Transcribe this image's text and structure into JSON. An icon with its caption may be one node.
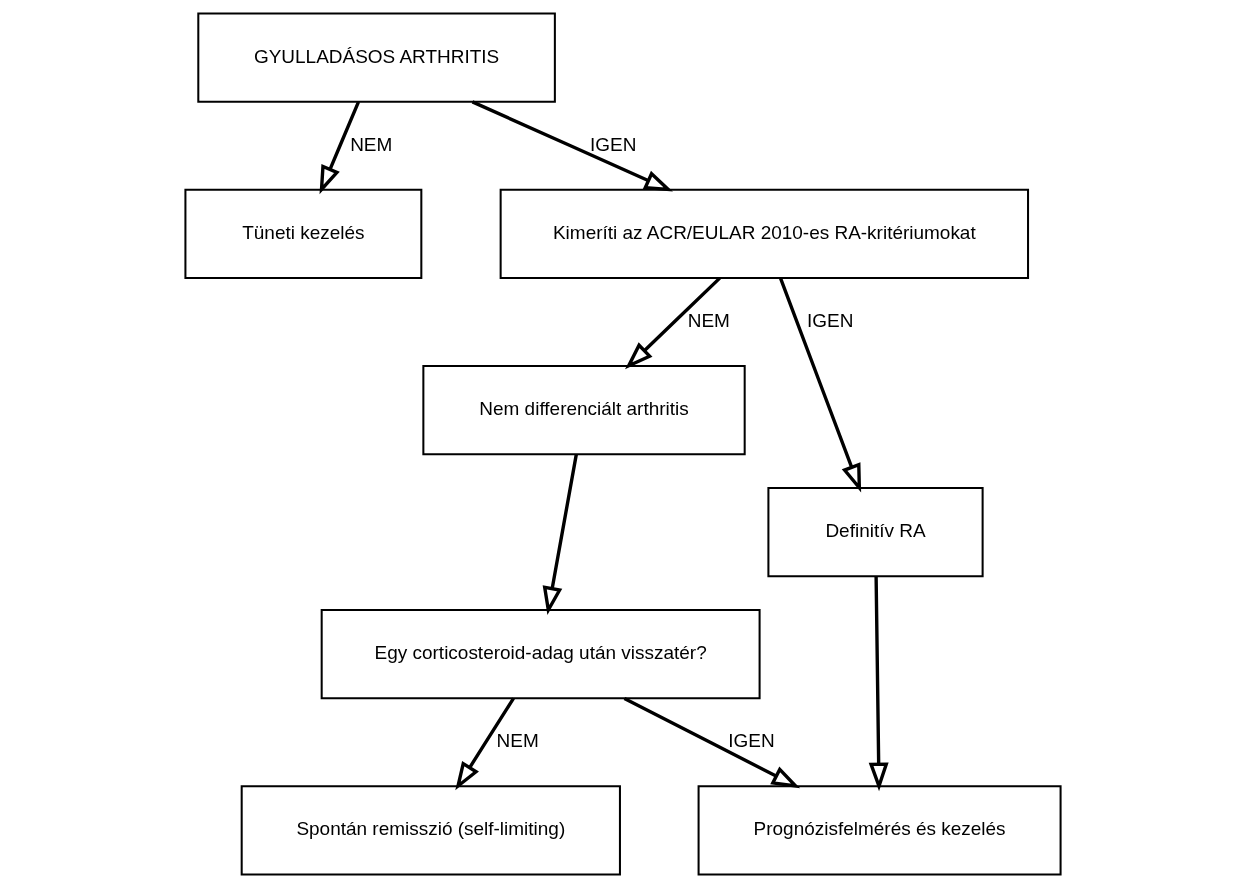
{
  "diagram": {
    "nodes": [
      {
        "text": [
          "GYULLADÁSOS ARTHRITIS"
        ]
      },
      {
        "text": [
          "Tüneti kezelés"
        ]
      },
      {
        "text": [
          "Kimeríti az ACR/EULAR 2010-es RA-kritériumokat"
        ]
      },
      {
        "text": [
          "Nem differenciált arthritis"
        ]
      },
      {
        "text": [
          "Definitív RA"
        ]
      },
      {
        "text": [
          "Egy corticosteroid-adag után visszatér?"
        ]
      },
      {
        "text": [
          "Spontán remisszió (self-limiting)"
        ]
      },
      {
        "text": [
          "Prognózisfelmérés és kezelés"
        ]
      }
    ],
    "edges": [
      {
        "from": 0,
        "to": 1,
        "arrow": "to",
        "label": "NEM"
      },
      {
        "from": 0,
        "to": 2,
        "arrow": "to",
        "label": "IGEN"
      },
      {
        "from": 2,
        "to": 3,
        "arrow": "to",
        "label": "NEM"
      },
      {
        "from": 2,
        "to": 4,
        "arrow": "to",
        "label": "IGEN"
      },
      {
        "from": 3,
        "to": 5,
        "arrow": "to"
      },
      {
        "from": 5,
        "to": 6,
        "arrow": "to",
        "label": "NEM"
      },
      {
        "from": 5,
        "to": 7,
        "arrow": "to",
        "label": "IGEN"
      },
      {
        "from": 4,
        "to": 7,
        "arrow": "to"
      }
    ]
  }
}
